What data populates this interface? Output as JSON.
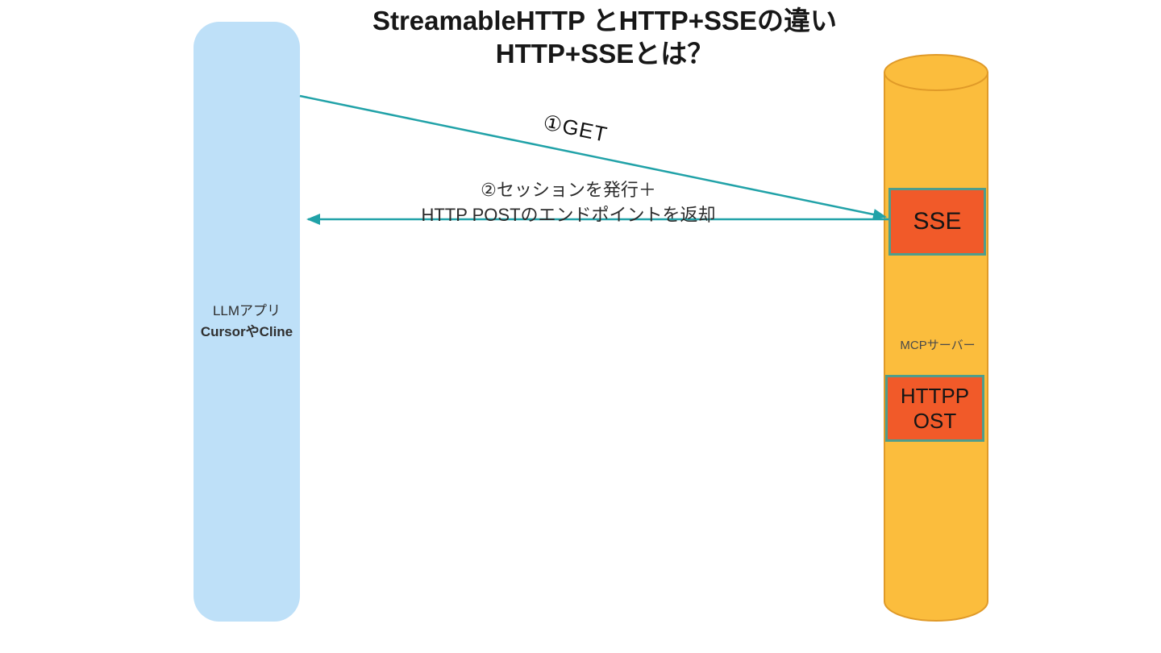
{
  "title": {
    "line1": "StreamableHTTP とHTTP+SSEの違い",
    "line2": "HTTP+SSEとは？"
  },
  "client": {
    "label_line1": "LLMアプリ",
    "label_line2": "CursorやCline",
    "fill_color": "#bee0f8"
  },
  "server": {
    "label": "MCPサーバー",
    "fill_color": "#fbbd3d",
    "stroke_color": "#e09a28"
  },
  "endpoints": {
    "sse": {
      "label": "SSE",
      "fill_color": "#f15a29",
      "border_color": "#4f9d8c"
    },
    "http_post": {
      "line1": "HTTPP",
      "line2": "OST",
      "fill_color": "#f15a29",
      "border_color": "#4f9d8c"
    }
  },
  "arrows": {
    "color": "#21a2a8",
    "get": {
      "label": "①GET"
    },
    "session": {
      "label_line1": "②セッションを発行＋",
      "label_line2": "HTTP POSTのエンドポイントを返却"
    }
  }
}
